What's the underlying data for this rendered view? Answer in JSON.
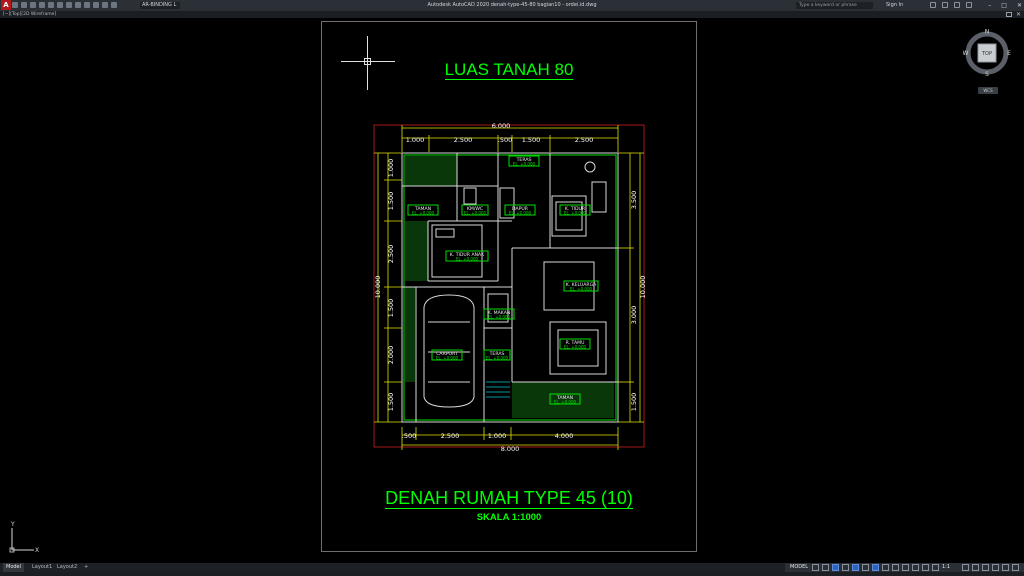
{
  "app": {
    "logo_letter": "A",
    "window_title": "Autodesk AutoCAD 2020    denah-type-45-80 bagian10 - ordei.id.dwg",
    "workspace": "AR-BINDING L",
    "search_placeholder": "Type a keyword or phrase",
    "sign_in": "Sign In",
    "controls": [
      "–",
      "□",
      "✕"
    ]
  },
  "viewport": {
    "label": "[−][Top][2D Wireframe]",
    "close": "✕"
  },
  "drawing": {
    "plot_title": "LUAS TANAH 80",
    "caption": "DENAH RUMAH TYPE 45 (10)",
    "scale": "SKALA 1:1000",
    "dims_top": [
      "6.000",
      "1.000",
      "2.500",
      ".500",
      "1.500",
      "2.500"
    ],
    "dims_bottom": [
      ".500",
      "2.500",
      "1.000",
      "4.000",
      "8.000"
    ],
    "dims_left": [
      "1.000",
      "1.500",
      "2.500",
      "10.000",
      "1.500",
      "2.000",
      "1.500"
    ],
    "dims_right": [
      "3.500",
      "10.000",
      "3.000",
      "1.500"
    ],
    "rooms": {
      "teras_top": "TERAS",
      "taman_left": "TAMAN",
      "kmwc": "KM/WC",
      "dapur": "DAPUR",
      "k_tidur": "K. TIDUR",
      "k_tidur_anak": "K. TIDUR ANAK",
      "k_keluarga": "K. KELUARGA",
      "k_makan": "K. MAKAN",
      "carport": "CARPORT",
      "teras": "TERAS",
      "r_tamu": "R. TAMU",
      "taman_bottom": "TAMAN"
    },
    "level_tag": "EL. +0.000"
  },
  "viewcube": {
    "n": "N",
    "s": "S",
    "e": "E",
    "w": "W",
    "top": "TOP",
    "wcs": "WCS"
  },
  "ucs": {
    "x": "X",
    "y": "Y"
  },
  "tabs": {
    "model": "Model",
    "layout1": "Layout1",
    "layout2": "Layout2",
    "add": "+"
  },
  "status": {
    "mode": "MODEL",
    "scale": "1:1"
  }
}
